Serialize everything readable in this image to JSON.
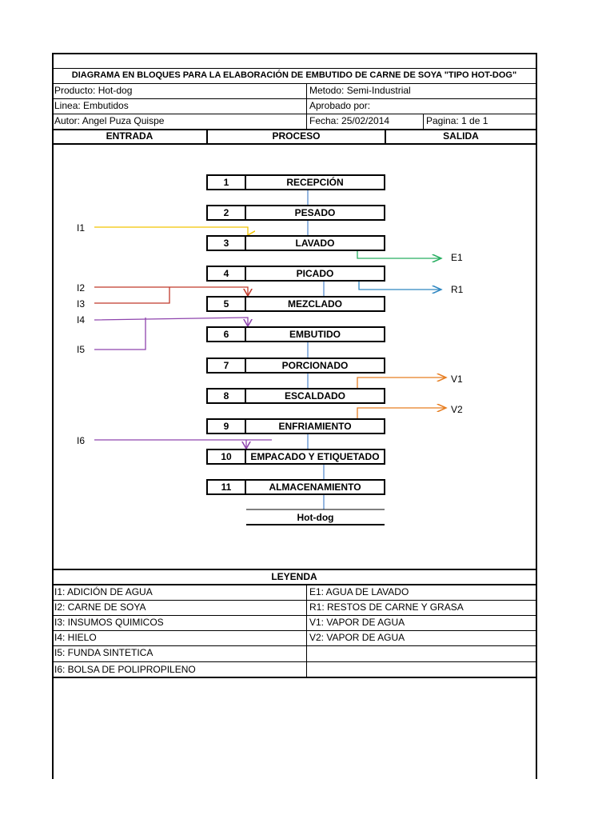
{
  "header": {
    "title": "DIAGRAMA EN BLOQUES PARA LA ELABORACIÓN DE EMBUTIDO DE CARNE DE SOYA \"TIPO HOT-DOG\"",
    "producto": "Producto: Hot-dog",
    "metodo": "Metodo: Semi-Industrial",
    "linea": "Linea: Embutidos",
    "aprobado": "Aprobado por:",
    "autor": "Autor: Angel Puza Quispe",
    "fecha": "Fecha:  25/02/2014",
    "pagina": "Pagina: 1 de 1"
  },
  "columns": {
    "entrada": "ENTRADA",
    "proceso": "PROCESO",
    "salida": "SALIDA"
  },
  "steps": [
    {
      "num": "1",
      "name": "RECEPCIÓN"
    },
    {
      "num": "2",
      "name": "PESADO"
    },
    {
      "num": "3",
      "name": "LAVADO"
    },
    {
      "num": "4",
      "name": "PICADO"
    },
    {
      "num": "5",
      "name": "MEZCLADO"
    },
    {
      "num": "6",
      "name": "EMBUTIDO"
    },
    {
      "num": "7",
      "name": "PORCIONADO"
    },
    {
      "num": "8",
      "name": "ESCALDADO"
    },
    {
      "num": "9",
      "name": "ENFRIAMIENTO"
    },
    {
      "num": "10",
      "name": "EMPACADO Y ETIQUETADO"
    },
    {
      "num": "11",
      "name": "ALMACENAMIENTO"
    }
  ],
  "product_out": "Hot-dog",
  "inputs": {
    "i1": "I1",
    "i2": "I2",
    "i3": "I3",
    "i4": "I4",
    "i5": "I5",
    "i6": "I6"
  },
  "outputs": {
    "e1": "E1",
    "r1": "R1",
    "v1": "V1",
    "v2": "V2"
  },
  "legend": {
    "title": "LEYENDA",
    "left": [
      "I1: ADICIÓN DE AGUA",
      "I2: CARNE DE SOYA",
      "I3: INSUMOS QUIMICOS",
      "I4: HIELO",
      "I5: FUNDA SINTETICA",
      "I6: BOLSA DE POLIPROPILENO"
    ],
    "right": [
      "E1: AGUA DE LAVADO",
      "R1: RESTOS DE CARNE Y GRASA",
      "V1: VAPOR DE AGUA",
      "V2: VAPOR DE AGUA"
    ]
  },
  "colors": {
    "i1": "#f2c400",
    "i2": "#c0392b",
    "i3": "#c0392b",
    "i4": "#8e44ad",
    "i5": "#8e44ad",
    "i6": "#8e44ad",
    "e1": "#27ae60",
    "r1": "#2e86c1",
    "v1": "#e67e22",
    "v2": "#e67e22",
    "flow": "#5b8fd0"
  }
}
